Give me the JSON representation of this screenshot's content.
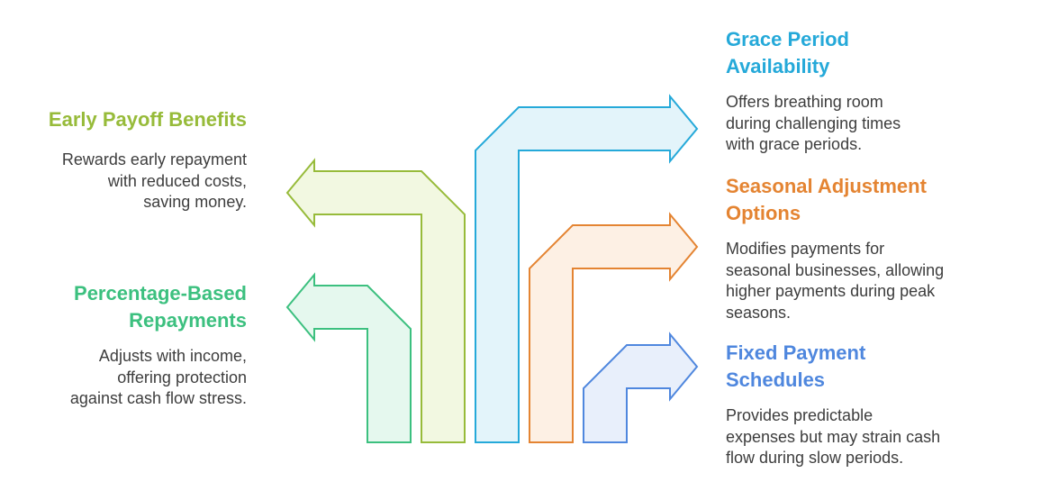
{
  "colors": {
    "early_payoff": "#97bb3a",
    "percentage_based": "#3cc07f",
    "grace_period": "#25a9d9",
    "seasonal": "#e48432",
    "fixed_payment": "#4f87de",
    "description_text": "#3d3d3d"
  },
  "items": {
    "early_payoff": {
      "title": "Early Payoff Benefits",
      "desc1": "Rewards early repayment",
      "desc2": "with reduced costs,",
      "desc3": "saving money."
    },
    "percentage_based": {
      "title1": "Percentage-Based",
      "title2": "Repayments",
      "desc1": "Adjusts with income,",
      "desc2": "offering protection",
      "desc3": "against cash flow stress."
    },
    "grace_period": {
      "title1": "Grace Period",
      "title2": "Availability",
      "desc1": "Offers breathing room",
      "desc2": "during challenging times",
      "desc3": "with grace periods."
    },
    "seasonal": {
      "title1": "Seasonal Adjustment",
      "title2": "Options",
      "desc1": "Modifies payments for",
      "desc2": "seasonal businesses, allowing",
      "desc3": "higher payments during peak",
      "desc4": "seasons."
    },
    "fixed_payment": {
      "title1": "Fixed Payment",
      "title2": "Schedules",
      "desc1": "Provides predictable",
      "desc2": "expenses but may strain cash",
      "desc3": "flow during slow periods."
    }
  }
}
